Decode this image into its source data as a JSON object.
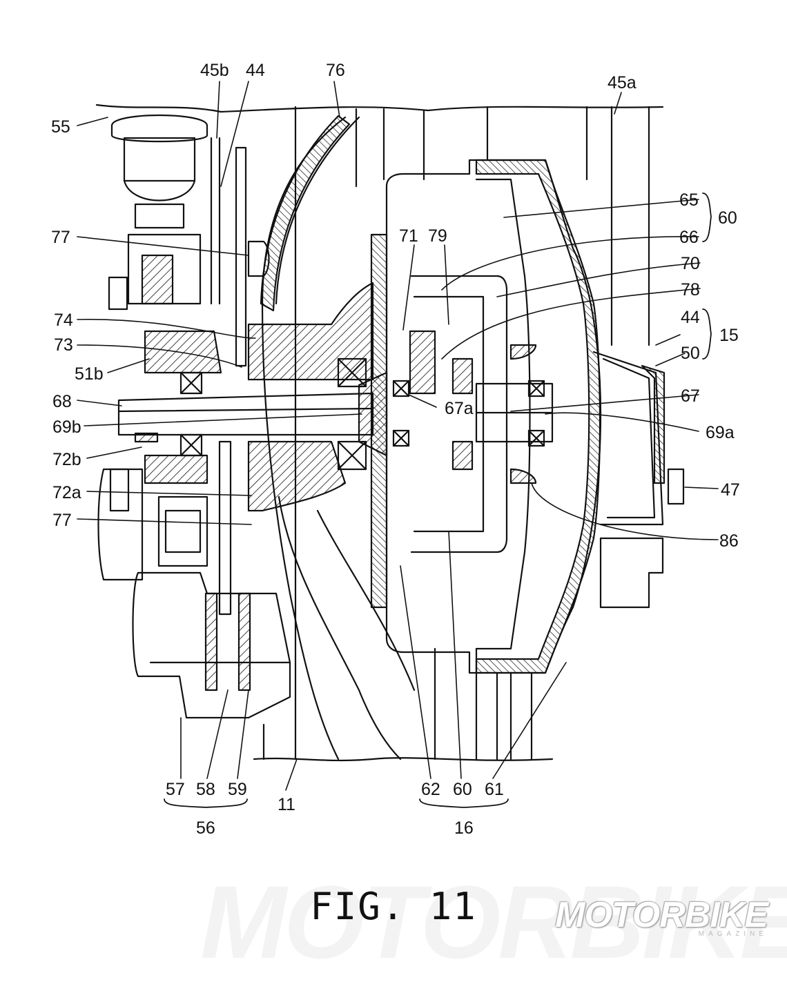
{
  "figure": {
    "title": "FIG. 11"
  },
  "labels": {
    "l55": "55",
    "l45b": "45b",
    "l44_top": "44",
    "l76": "76",
    "l45a": "45a",
    "l65": "65",
    "l60_right": "60",
    "l66": "66",
    "l77_top": "77",
    "l71": "71",
    "l79": "79",
    "l70": "70",
    "l78": "78",
    "l74": "74",
    "l73": "73",
    "l44_right": "44",
    "l15": "15",
    "l50": "50",
    "l51b": "51b",
    "l67": "67",
    "l68": "68",
    "l67a": "67a",
    "l69b": "69b",
    "l69a": "69a",
    "l72b": "72b",
    "l72a": "72a",
    "l47": "47",
    "l77_bottom": "77",
    "l86": "86",
    "l57": "57",
    "l58": "58",
    "l59": "59",
    "l56": "56",
    "l11": "11",
    "l62": "62",
    "l60_bottom": "60",
    "l61": "61",
    "l16": "16"
  },
  "watermark": {
    "brand": "MOTORBIKE",
    "sub": "MAGAZINE"
  },
  "colors": {
    "ink": "#111111",
    "paper": "#ffffff"
  }
}
